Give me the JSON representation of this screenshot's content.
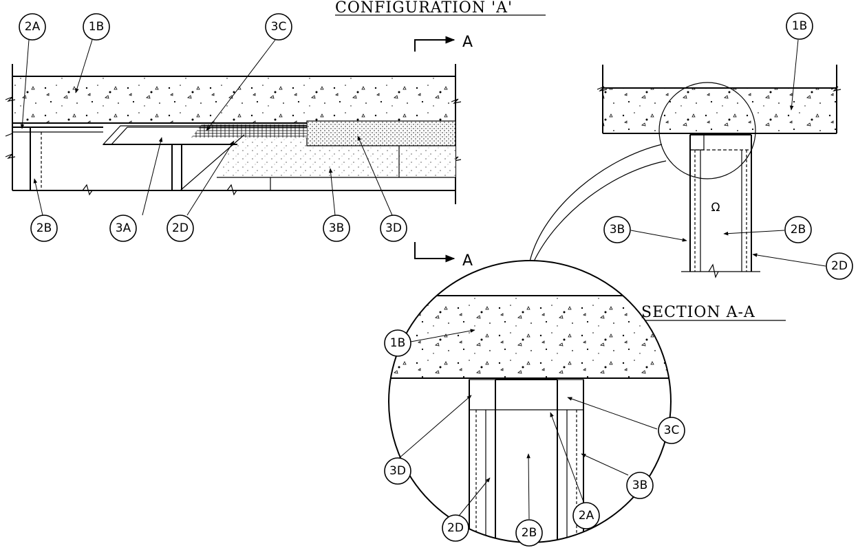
{
  "headings": {
    "configuration": "CONFIGURATION 'A'",
    "section": "SECTION A-A"
  },
  "section_marks": {
    "top": "A",
    "bottom": "A"
  },
  "dimension_label": "Ω",
  "callouts": {
    "config": [
      "2A",
      "1B",
      "3C",
      "2B",
      "3A",
      "2D",
      "3B",
      "3D"
    ],
    "section_small": [
      "1B",
      "3B",
      "2B",
      "2D"
    ],
    "section_large": [
      "1B",
      "3C",
      "3D",
      "3B",
      "2D",
      "2B",
      "2A"
    ]
  },
  "colors": {
    "line": "#000000",
    "background": "#ffffff"
  }
}
